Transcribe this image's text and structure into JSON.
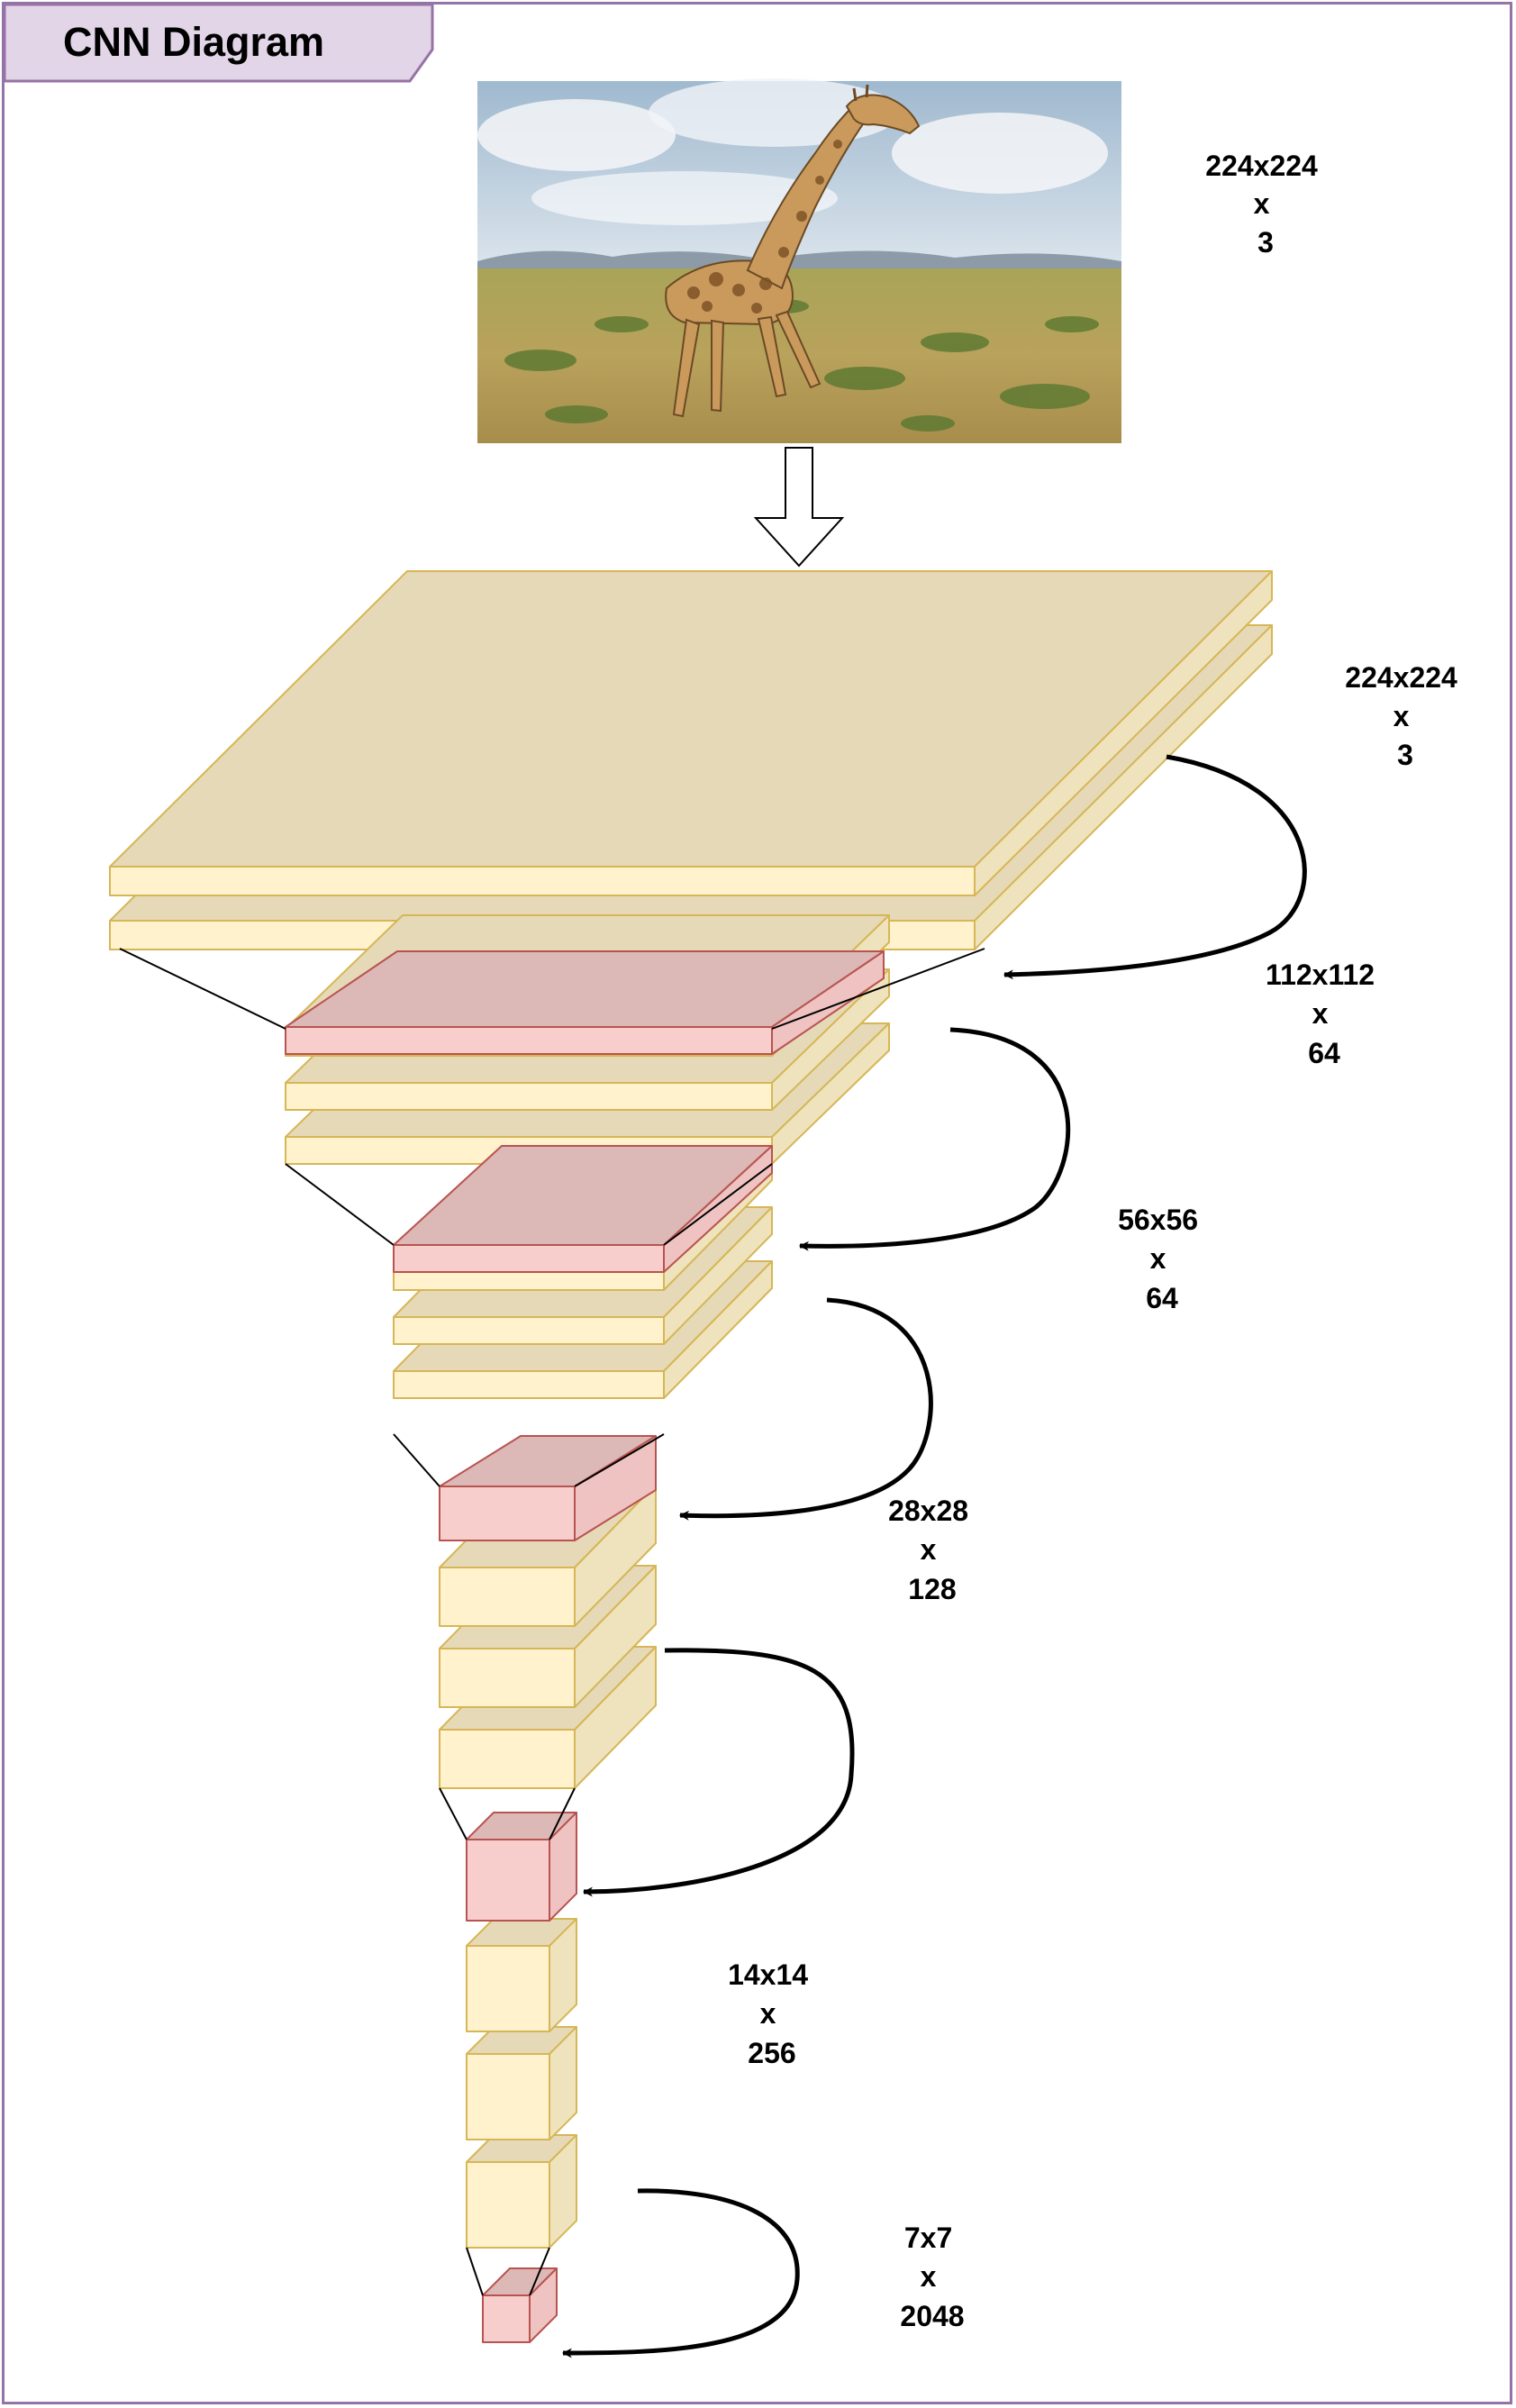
{
  "title": "CNN Diagram",
  "colors": {
    "frame_border": "#9673a6",
    "title_fill": "#e1d5e7",
    "yellow_top": "#e6d9b8",
    "yellow_front": "#fff2cc",
    "yellow_side": "#efe3bd",
    "yellow_stroke": "#d6b656",
    "pink_top": "#dcb8b6",
    "pink_front": "#f8cecc",
    "pink_side": "#eec3c1",
    "pink_stroke": "#b85450"
  },
  "input_image": {
    "description": "giraffe-photo",
    "dims": [
      "224x224",
      "x",
      "3"
    ]
  },
  "stage_labels": [
    [
      "224x224",
      "x",
      "3"
    ],
    [
      "112x112",
      "x",
      "64"
    ],
    [
      "56x56",
      "x",
      "64"
    ],
    [
      "28x28",
      "x",
      "128"
    ],
    [
      "14x14",
      "x",
      "256"
    ],
    [
      "7x7",
      "x",
      "2048"
    ]
  ]
}
